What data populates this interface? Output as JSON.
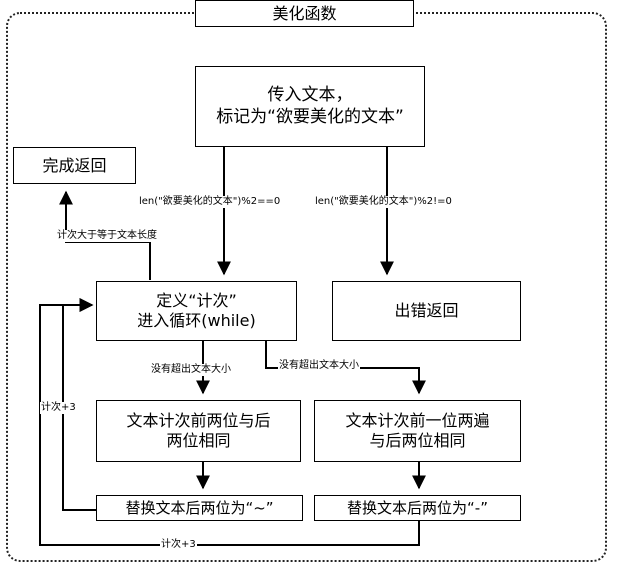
{
  "diagram": {
    "title": "美化函数",
    "nodes": {
      "input": {
        "line1": "传入文本，",
        "line2": "标记为“欲要美化的文本”"
      },
      "done": {
        "text": "完成返回"
      },
      "define": {
        "line1": "定义“计次”",
        "line2": "进入循环(while)"
      },
      "error": {
        "text": "出错返回"
      },
      "same_left": {
        "line1": "文本计次前两位与后",
        "line2": "两位相同"
      },
      "same_right": {
        "line1": "文本计次前一位两遍",
        "line2": "与后两位相同"
      },
      "replace_left": {
        "text": "替换文本后两位为“~”"
      },
      "replace_right": {
        "text": "替换文本后两位为“-”"
      }
    },
    "edges": {
      "even": "len(\"欲要美化的文本\")%2==0",
      "odd": "len(\"欲要美化的文本\")%2!=0",
      "count_ge_len": "计次大于等于文本长度",
      "not_exceed_left": "没有超出文本大小",
      "not_exceed_right": "没有超出文本大小",
      "count_plus3_left": "计次+3",
      "count_plus3_bottom": "计次+3"
    }
  }
}
